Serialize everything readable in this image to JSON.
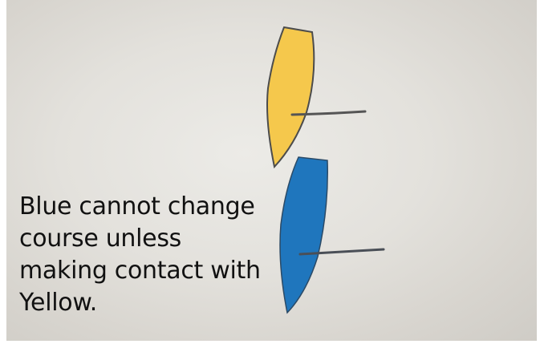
{
  "caption": {
    "lines": [
      "Blue cannot change",
      "course unless",
      "making contact with",
      "Yellow."
    ]
  },
  "boats": [
    {
      "name": "Yellow",
      "color": "#f5c84c",
      "outline": "#4c4c4c"
    },
    {
      "name": "Blue",
      "color": "#1f76bd",
      "outline": "#2b4a66"
    }
  ]
}
